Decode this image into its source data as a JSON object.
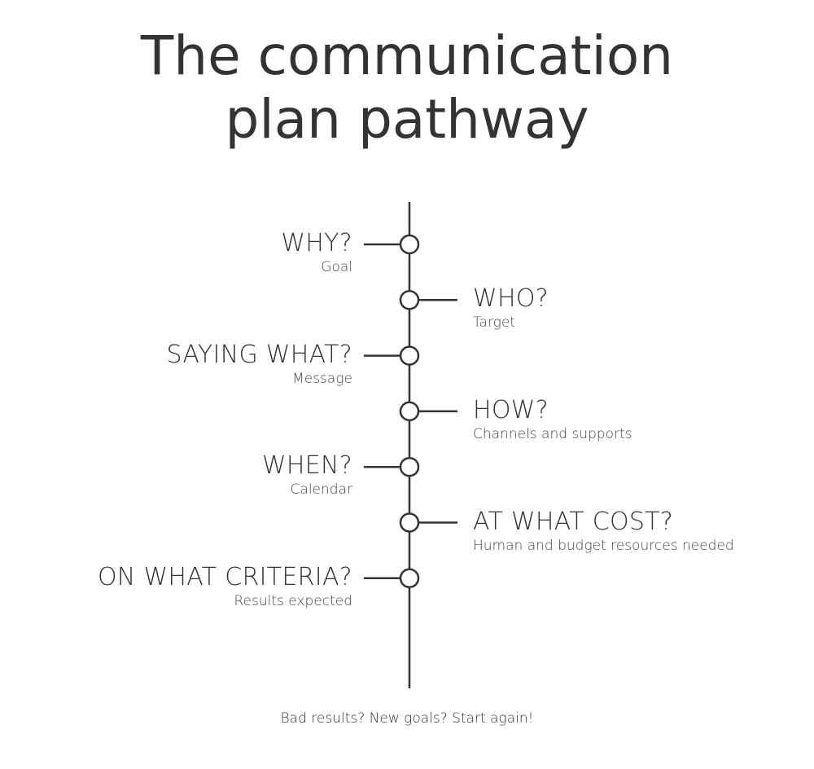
{
  "title": {
    "line1": "The communication",
    "line2": "plan pathway"
  },
  "steps": [
    {
      "side": "left",
      "question": "WHY?",
      "detail": "Goal"
    },
    {
      "side": "right",
      "question": "WHO?",
      "detail": "Target"
    },
    {
      "side": "left",
      "question": "SAYING WHAT?",
      "detail": "Message"
    },
    {
      "side": "right",
      "question": "HOW?",
      "detail": "Channels and supports"
    },
    {
      "side": "left",
      "question": "WHEN?",
      "detail": "Calendar"
    },
    {
      "side": "right",
      "question": "AT WHAT COST?",
      "detail": "Human and budget resources needed"
    },
    {
      "side": "left",
      "question": "ON WHAT CRITERIA?",
      "detail": "Results expected"
    }
  ],
  "footer": "Bad results? New goals? Start again!",
  "colors": {
    "ink": "#333333",
    "background": "#ffffff"
  }
}
